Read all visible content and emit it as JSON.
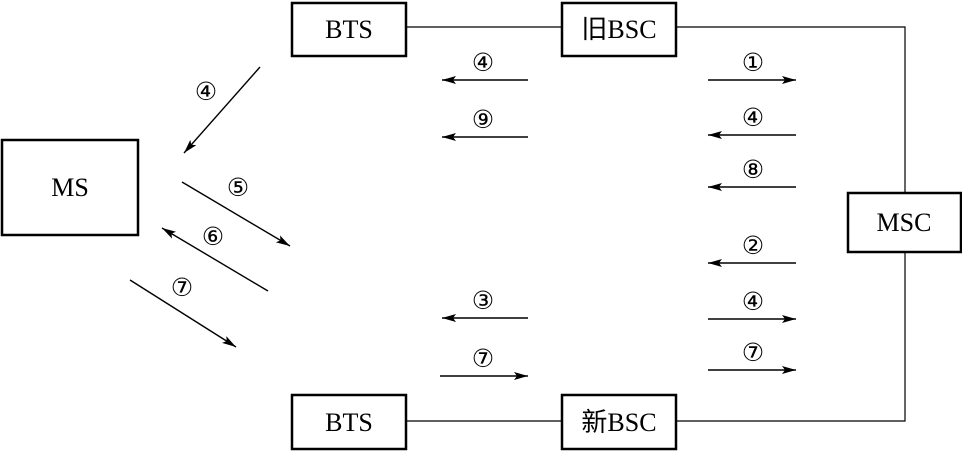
{
  "nodes": {
    "bts_top": "BTS",
    "old_bsc": "旧BSC",
    "ms": "MS",
    "msc": "MSC",
    "bts_bottom": "BTS",
    "new_bsc": "新BSC"
  },
  "steps": {
    "bts_top_to_ms": "④",
    "ms_to_bts_new": "⑤",
    "bts_new_to_ms": "⑥",
    "ms_to_bts_new_2": "⑦",
    "oldbsc_to_bts_1": "④",
    "oldbsc_to_bts_2": "⑨",
    "newbsc_to_bts_1": "③",
    "bts_to_newbsc": "⑦",
    "oldbsc_to_msc": "①",
    "msc_to_oldbsc_1": "④",
    "msc_to_oldbsc_2": "⑧",
    "msc_to_newbsc": "②",
    "newbsc_to_msc_1": "④",
    "newbsc_to_msc_2": "⑦"
  }
}
